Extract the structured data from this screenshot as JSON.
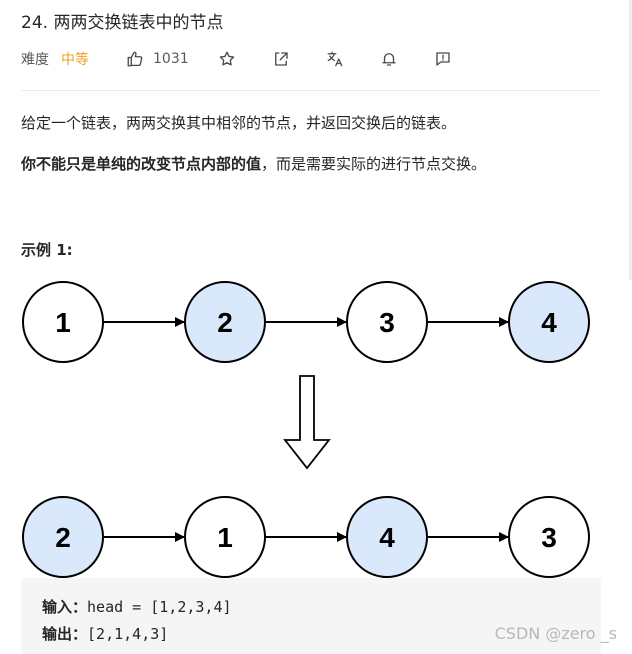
{
  "problem": {
    "title": "24. 两两交换链表中的节点",
    "difficulty_label": "难度",
    "difficulty_value": "中等",
    "likes": "1031"
  },
  "toolbar": {
    "icons": [
      "thumbs-up-icon",
      "star-icon",
      "share-icon",
      "translate-icon",
      "bell-icon",
      "feedback-icon"
    ]
  },
  "description": {
    "line1": "给定一个链表，两两交换其中相邻的节点，并返回交换后的链表。",
    "line2_bold": "你不能只是单纯的改变节点内部的值",
    "line2_rest": "，而是需要实际的进行节点交换。"
  },
  "example": {
    "title": "示例 1:",
    "input_label": "输入：",
    "input_value": "head = [1,2,3,4]",
    "output_label": "输出：",
    "output_value": "[2,1,4,3]"
  },
  "diagram": {
    "before": [
      "1",
      "2",
      "3",
      "4"
    ],
    "after": [
      "2",
      "1",
      "4",
      "3"
    ],
    "highlight_fill": "#dae8fc",
    "plain_fill": "#ffffff"
  },
  "watermark": "CSDN @zero _s"
}
